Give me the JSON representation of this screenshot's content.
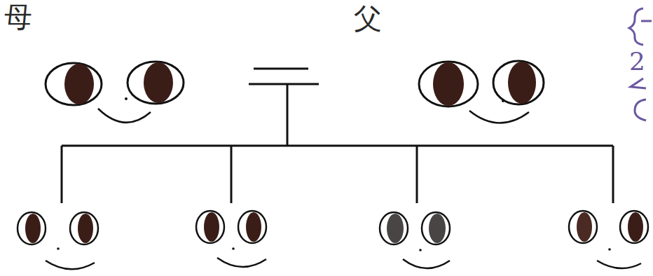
{
  "diagram": {
    "labels": [
      "母",
      "父",
      "2"
    ]
  }
}
